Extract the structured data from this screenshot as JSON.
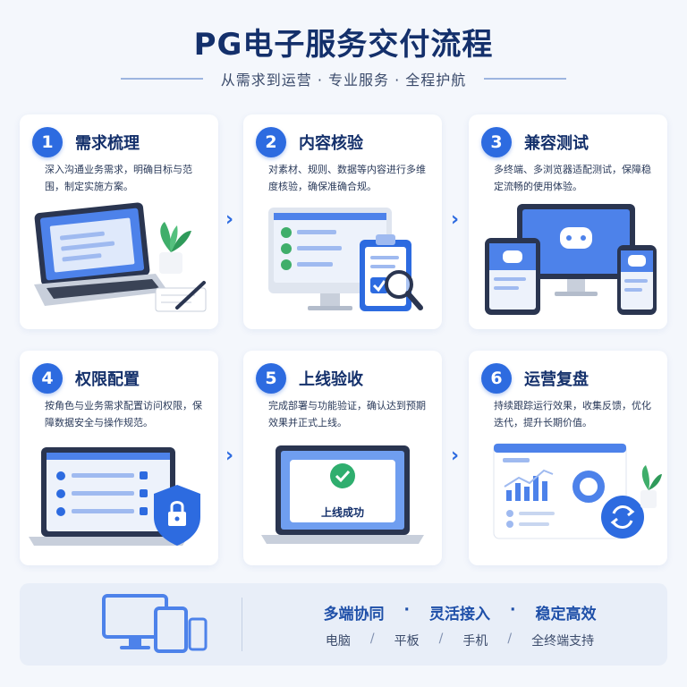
{
  "header": {
    "title": "PG电子服务交付流程",
    "subtitle": "从需求到运营 · 专业服务 · 全程护航"
  },
  "steps": [
    {
      "num": "1",
      "title": "需求梳理",
      "desc": "深入沟通业务需求，明确目标与范围，制定实施方案。"
    },
    {
      "num": "2",
      "title": "内容核验",
      "desc": "对素材、规则、数据等内容进行多维度核验，确保准确合规。"
    },
    {
      "num": "3",
      "title": "兼容测试",
      "desc": "多终端、多浏览器适配测试，保障稳定流畅的使用体验。"
    },
    {
      "num": "4",
      "title": "权限配置",
      "desc": "按角色与业务需求配置访问权限，保障数据安全与操作规范。"
    },
    {
      "num": "5",
      "title": "上线验收",
      "desc": "完成部署与功能验证，确认达到预期效果并正式上线。",
      "illu_text": "上线成功"
    },
    {
      "num": "6",
      "title": "运营复盘",
      "desc": "持续跟踪运行效果，收集反馈，优化迭代，提升长期价值。"
    }
  ],
  "footer": {
    "features": [
      "多端协同",
      "灵活接入",
      "稳定高效"
    ],
    "platforms": [
      "电脑",
      "平板",
      "手机",
      "全终端支持"
    ],
    "feature_sep": "·",
    "platform_sep": "/"
  },
  "colors": {
    "accent": "#2d6be0",
    "title": "#14306b",
    "background": "#f4f7fc"
  }
}
